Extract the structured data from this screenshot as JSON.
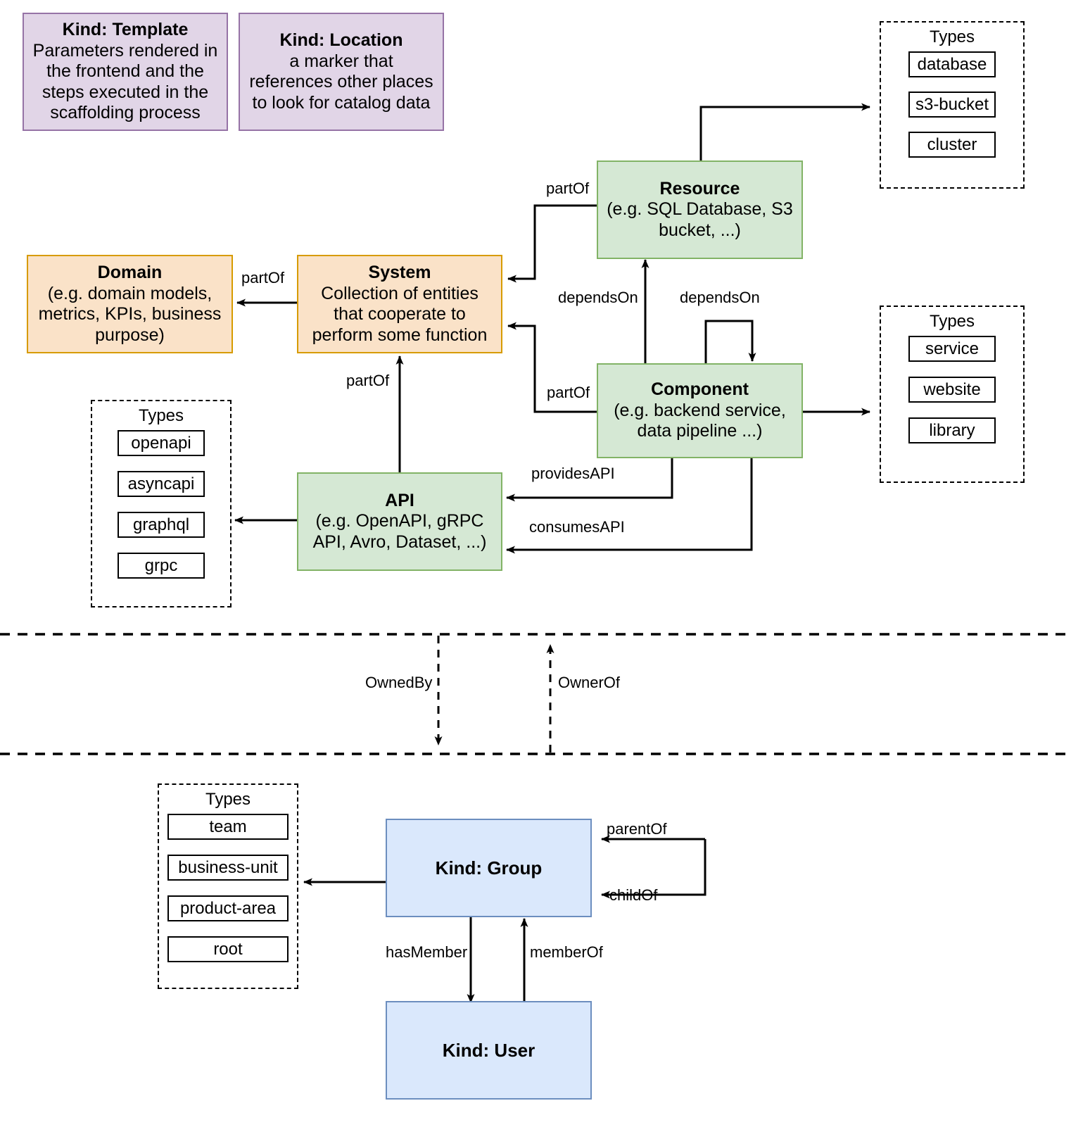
{
  "diagram": {
    "title": "Backstage Software Catalog entity kinds and relations",
    "colors": {
      "purple_fill": "#e1d5e7",
      "purple_stroke": "#9673a6",
      "orange_fill": "#fae2c8",
      "orange_stroke": "#d79b00",
      "green_fill": "#d5e8d4",
      "green_stroke": "#82b366",
      "blue_fill": "#dae8fc",
      "blue_stroke": "#6c8ebf",
      "line": "#000000"
    }
  },
  "nodes": {
    "template": {
      "title": "Kind: Template",
      "desc": "Parameters rendered in the frontend and the steps executed in  the scaffolding process"
    },
    "location": {
      "title": "Kind: Location",
      "desc": "a marker that references other places to look for catalog data"
    },
    "domain": {
      "title": "Domain",
      "desc": "(e.g.  domain models, metrics, KPIs, business purpose)"
    },
    "system": {
      "title": "System",
      "desc": "Collection of entities that cooperate to perform some function"
    },
    "resource": {
      "title": "Resource",
      "desc": "(e.g. SQL Database, S3 bucket, ...)"
    },
    "component": {
      "title": "Component",
      "desc": "(e.g. backend service, data pipeline ...)"
    },
    "api": {
      "title": "API",
      "desc": "(e.g. OpenAPI, gRPC API, Avro, Dataset, ...)"
    },
    "group": {
      "title": "Kind: Group",
      "desc": ""
    },
    "user": {
      "title": "Kind: User",
      "desc": ""
    }
  },
  "types_groups": {
    "resource_types": {
      "label": "Types",
      "items": [
        "database",
        "s3-bucket",
        "cluster"
      ]
    },
    "component_types": {
      "label": "Types",
      "items": [
        "service",
        "website",
        "library"
      ]
    },
    "api_types": {
      "label": "Types",
      "items": [
        "openapi",
        "asyncapi",
        "graphql",
        "grpc"
      ]
    },
    "group_types": {
      "label": "Types",
      "items": [
        "team",
        "business-unit",
        "product-area",
        "root"
      ]
    }
  },
  "edge_labels": {
    "system_partof_domain": "partOf",
    "resource_partof_system": "partOf",
    "component_partof_system": "partOf",
    "api_partof_system": "partOf",
    "component_dependson_resource": "dependsOn",
    "component_dependson_component": "dependsOn",
    "component_providesapi": "providesAPI",
    "component_consumesapi": "consumesAPI",
    "ownedby": "OwnedBy",
    "ownerof": "OwnerOf",
    "group_parentof": "parentOf",
    "group_childof": "childOf",
    "group_hasmember": "hasMember",
    "user_memberof": "memberOf"
  }
}
